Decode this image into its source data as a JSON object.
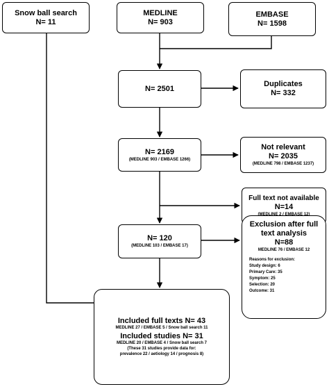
{
  "boxes": {
    "snowball": {
      "title": "Snow ball search",
      "n": "N= 11"
    },
    "medline": {
      "title": "MEDLINE",
      "n": "N= 903"
    },
    "embase": {
      "title": "EMBASE",
      "n": "N= 1598"
    },
    "combined": {
      "n": "N= 2501"
    },
    "duplicates": {
      "title": "Duplicates",
      "n": "N= 332"
    },
    "screened": {
      "n": "N= 2169",
      "detail": "(MEDLINE 903 / EMBASE 1266)"
    },
    "not_relevant": {
      "title": "Not relevant",
      "n": "N= 2035",
      "detail": "(MEDLINE 798 / EMBASE 1237)"
    },
    "no_fulltext": {
      "title": "Full text not available",
      "n": "N=14",
      "detail": "(MEDLINE  2 / EMBASE 12)"
    },
    "fulltext": {
      "n": "N= 120",
      "detail": "(MEDLINE 103  / EMBASE 17)"
    },
    "exclusion": {
      "title_line1": "Exclusion after full",
      "title_line2": "text analysis",
      "n": "N=88",
      "detail": "MEDLINE 76 / EMBASE 12",
      "reasons_heading": "Reasons for exclusion:",
      "reasons": [
        "Study design: 6",
        "Primary Care: 35",
        "Symptom: 25",
        "Selection: 20",
        "Outcome: 31"
      ]
    },
    "included": {
      "fulltexts": "Included full texts N= 43",
      "fulltexts_detail": "MEDLINE 27 / EMBASE 5 / Snow ball search 11",
      "studies": "Included studies N= 31",
      "studies_detail": "MEDLINE 20 / EMBASE 4 / Snow ball search 7",
      "note_line1": "(These 31 studies provide data for:",
      "note_line2": "prevalence 22 / aetiology 14 / prognosis 8)"
    }
  }
}
